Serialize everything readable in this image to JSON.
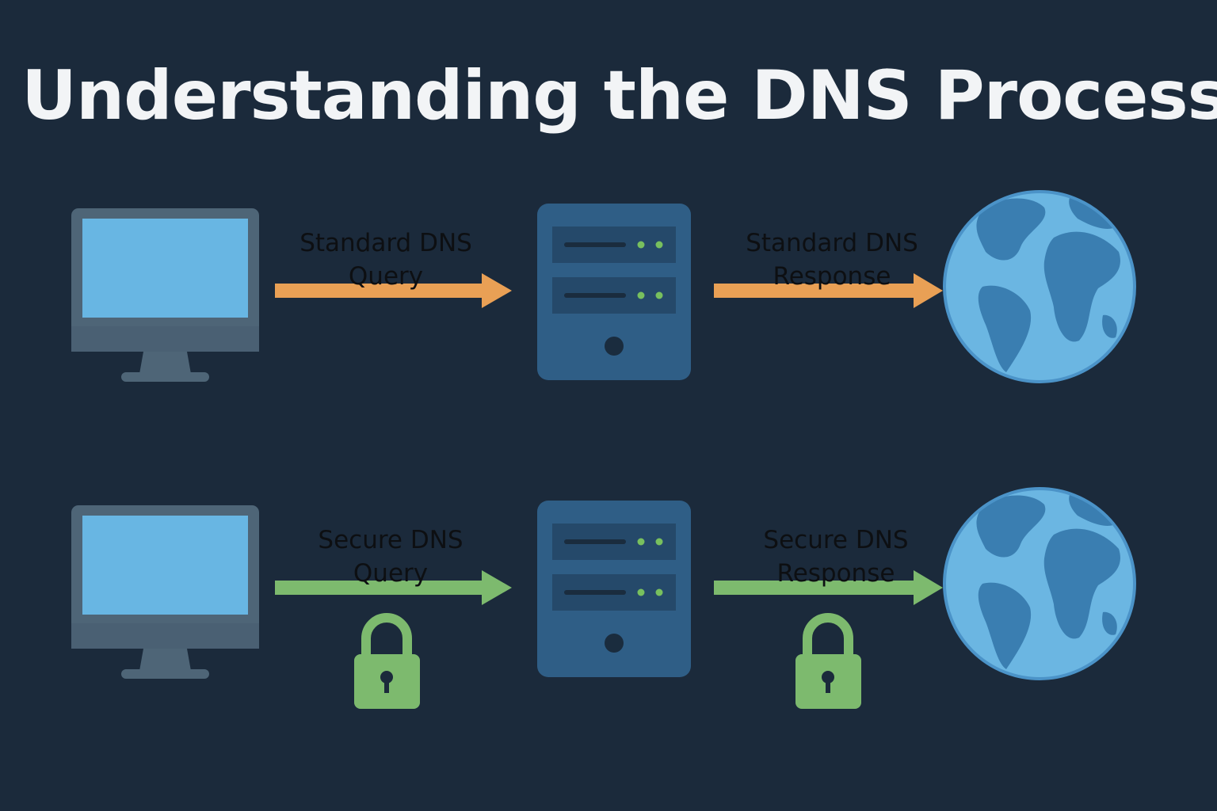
{
  "title": "Understanding the DNS Process",
  "colors": {
    "background": "#1b2a3b",
    "standard_arrow": "#e9a055",
    "secure_arrow": "#7dba6e",
    "screen": "#68b6e3",
    "monitor": "#4e6577",
    "server": "#2f5e86",
    "indicator": "#78c05e",
    "globe_ocean": "#6bb6e2",
    "globe_land": "#3a7eb1"
  },
  "rows": [
    {
      "kind": "standard",
      "query_label": [
        "Standard DNS",
        "Query"
      ],
      "response_label": [
        "Standard DNS",
        "Response"
      ]
    },
    {
      "kind": "secure",
      "query_label": [
        "Secure DNS",
        "Query"
      ],
      "response_label": [
        "Secure DNS",
        "Response"
      ]
    }
  ]
}
